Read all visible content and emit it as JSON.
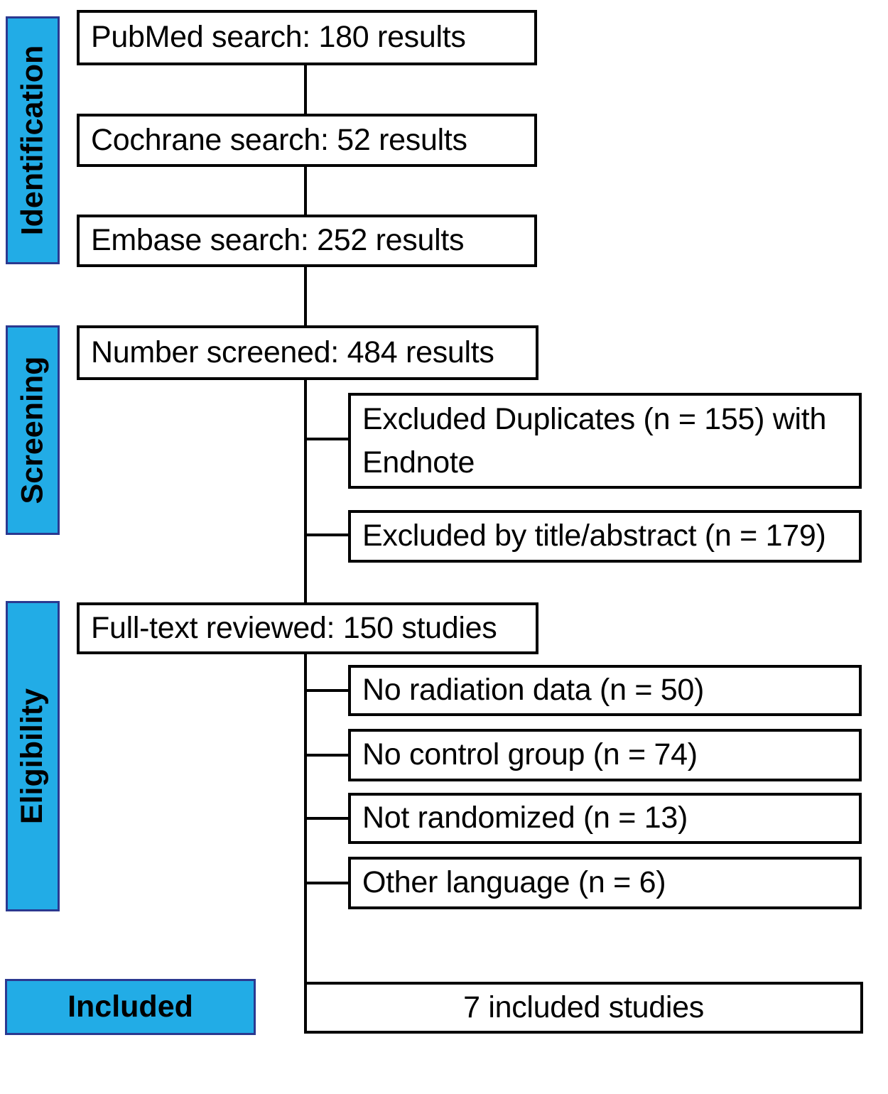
{
  "stages": {
    "identification": "Identification",
    "screening": "Screening",
    "eligibility": "Eligibility",
    "included": "Included"
  },
  "flow": {
    "pubmed": "PubMed search: 180 results",
    "cochrane": "Cochrane search: 52 results",
    "embase": "Embase search: 252 results",
    "screened": "Number screened: 484 results",
    "fulltext": "Full-text reviewed: 150 studies",
    "included_studies": "7 included studies"
  },
  "exclusions": {
    "duplicates": "Excluded Duplicates (n = 155) with Endnote",
    "title_abstract": "Excluded by title/abstract (n = 179)",
    "no_radiation": "No radiation data (n = 50)",
    "no_control": "No control group (n = 74)",
    "not_randomized": "Not randomized (n = 13)",
    "other_language": "Other language (n = 6)"
  },
  "counts": {
    "pubmed_results": 180,
    "cochrane_results": 52,
    "embase_results": 252,
    "screened_results": 484,
    "excluded_duplicates": 155,
    "excluded_title_abstract": 179,
    "fulltext_reviewed": 150,
    "no_radiation_data": 50,
    "no_control_group": 74,
    "not_randomized": 13,
    "other_language": 6,
    "included_studies": 7
  },
  "colors": {
    "stage_fill": "#22ace6",
    "stage_border": "#2b3990",
    "box_border": "#000000",
    "text": "#000000"
  }
}
